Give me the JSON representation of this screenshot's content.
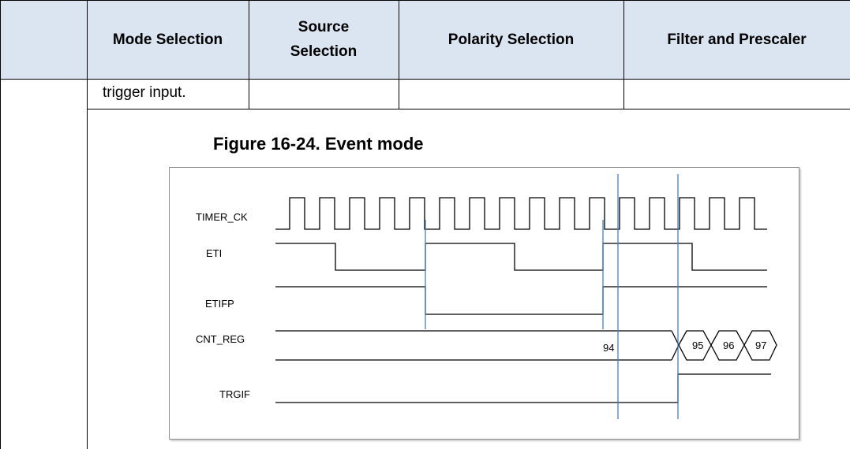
{
  "table": {
    "headers": [
      "Mode Selection",
      "Source Selection",
      "Polarity Selection",
      "Filter and Prescaler"
    ],
    "row": [
      "trigger input.",
      "",
      "",
      ""
    ]
  },
  "figure": {
    "title": "Figure 16-24. Event mode",
    "signals": [
      "TIMER_CK",
      "ETI",
      "ETIFP",
      "CNT_REG",
      "TRGIF"
    ],
    "cnt_values": [
      "94",
      "95",
      "96",
      "97"
    ]
  },
  "colors": {
    "header_bg": "#dbe5f1",
    "marker_line": "#4a7ebb"
  }
}
